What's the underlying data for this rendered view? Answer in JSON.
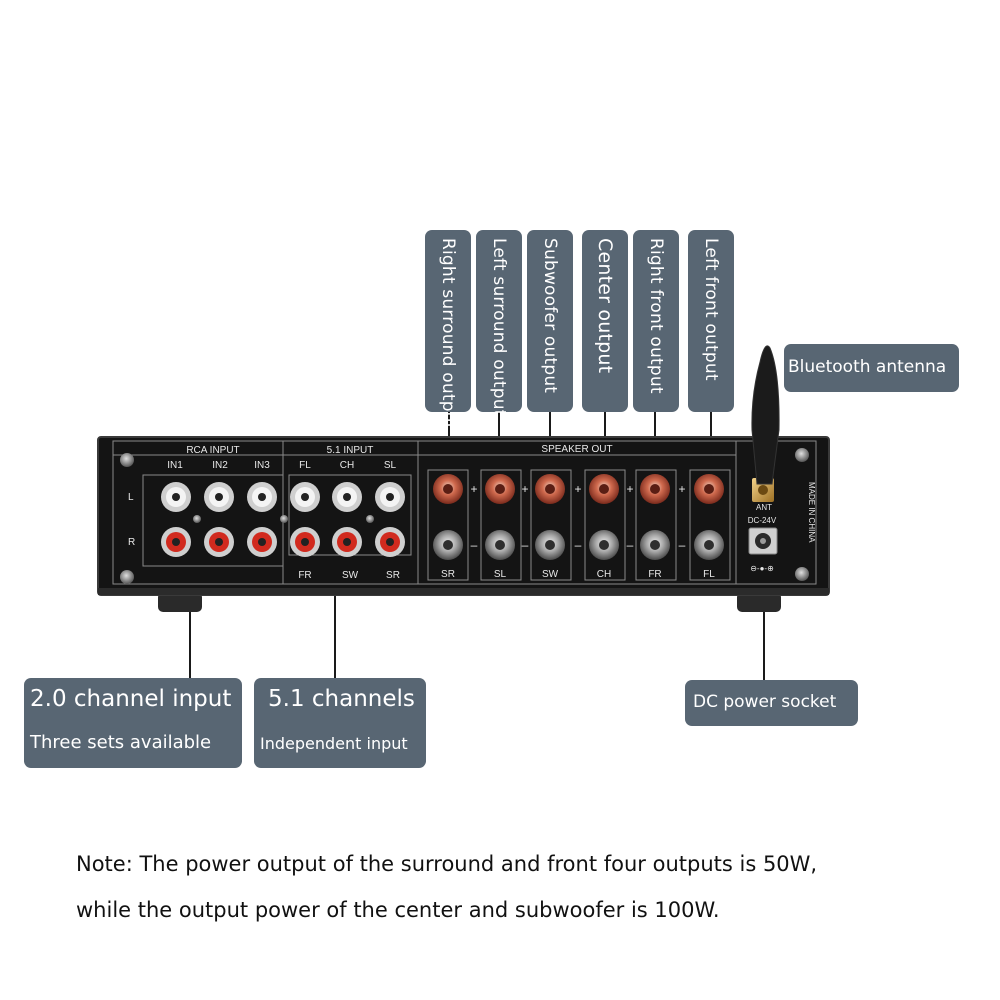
{
  "panel": {
    "sections": {
      "rca_input": "RCA INPUT",
      "input_51": "5.1 INPUT",
      "speaker_out": "SPEAKER OUT"
    },
    "rca_columns": [
      "IN1",
      "IN2",
      "IN3"
    ],
    "row_labels": [
      "L",
      "R"
    ],
    "input51_top": [
      "FL",
      "CH",
      "SL"
    ],
    "input51_bottom": [
      "FR",
      "SW",
      "SR"
    ],
    "speaker_channels": [
      "SR",
      "SL",
      "SW",
      "CH",
      "FR",
      "FL"
    ],
    "plus_sign": "+",
    "minus_sign": "–",
    "ant_label": "ANT",
    "dc_label": "DC-24V",
    "made_in": "MADE IN CHINA"
  },
  "callouts": {
    "speaker_labels": [
      "Right surround output",
      "Left surround output",
      "Subwoofer output",
      "Center output",
      "Right front output",
      "Left front output"
    ],
    "bluetooth": "Bluetooth antenna",
    "dc_power": "DC power socket",
    "channel_20": {
      "title": "2.0 channel input",
      "subtitle": "Three sets available"
    },
    "channel_51": {
      "title": "5.1 channels",
      "subtitle": "Independent input"
    }
  },
  "note": {
    "line1": "Note: The power output of the surround and front four outputs is 50W,",
    "line2": "while the output power of the center and subwoofer is 100W."
  },
  "colors": {
    "callout_bg": "#586673",
    "panel_bg": "#141414",
    "jack_red": "#d12a1e",
    "terminal_red": "#c9543f"
  }
}
